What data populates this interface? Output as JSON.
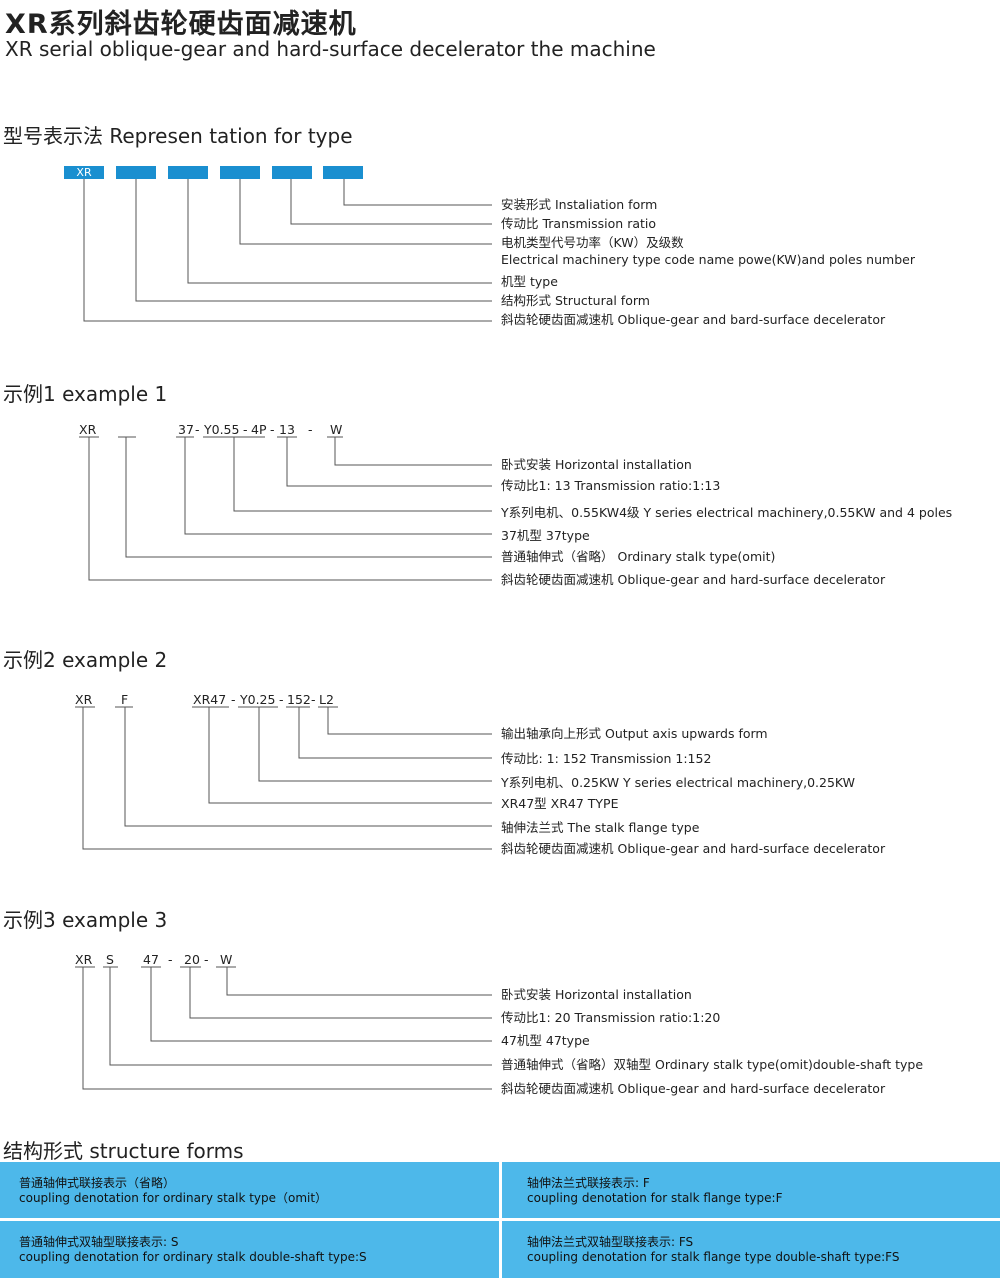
{
  "header": {
    "title_cn": "XR系列斜齿轮硬齿面减速机",
    "title_en": "XR serial oblique-gear and hard-surface decelerator the machine"
  },
  "type_section": {
    "title": "型号表示法 Represen tation for type",
    "box_first": "XR",
    "labels": [
      "安装形式 Instaliation form",
      "传动比 Transmission ratio",
      "电机类型代号功率（KW）及级数",
      "Electrical machinery type code name powe(KW)and poles number",
      "机型  type",
      "结构形式  Structural form",
      "斜齿轮硬齿面减速机  Oblique-gear and bard-surface decelerator"
    ]
  },
  "example1": {
    "title": "示例1 example 1",
    "codes": [
      "XR",
      "37",
      "-",
      "Y0.55",
      "-",
      "4P",
      "-",
      "13",
      "-",
      "W"
    ],
    "labels": [
      "卧式安装  Horizontal installation",
      "传动比1:  13  Transmission ratio:1:13",
      "Y系列电机、0.55KW4级  Y series electrical machinery,0.55KW and 4 poles",
      "37机型  37type",
      "普通轴伸式（省略）  Ordinary stalk type(omit)",
      "斜齿轮硬齿面减速机  Oblique-gear and hard-surface decelerator"
    ]
  },
  "example2": {
    "title": "示例2 example 2",
    "codes": [
      "XR",
      "F",
      "XR47",
      "-",
      "Y0.25",
      "-",
      "152",
      "-",
      "L2"
    ],
    "labels": [
      "输出轴承向上形式  Output axis upwards form",
      "传动比:  1:  152  Transmission 1:152",
      "Y系列电机、0.25KW  Y series electrical machinery,0.25KW",
      "XR47型  XR47 TYPE",
      "轴伸法兰式  The stalk flange type",
      "斜齿轮硬齿面减速机  Oblique-gear and hard-surface decelerator"
    ]
  },
  "example3": {
    "title": "示例3 example 3",
    "codes": [
      "XR",
      "S",
      "47",
      "-",
      "20",
      "-",
      "W"
    ],
    "labels": [
      "卧式安装  Horizontal installation",
      "传动比1:  20  Transmission ratio:1:20",
      "47机型  47type",
      "普通轴伸式（省略）双轴型  Ordinary stalk type(omit)double-shaft type",
      "斜齿轮硬齿面减速机  Oblique-gear and hard-surface decelerator"
    ]
  },
  "structure_forms": {
    "title": "结构形式 structure forms",
    "cells": [
      {
        "cn": "普通轴伸式联接表示（省略）",
        "en": "coupling denotation for ordinary stalk type（omit）"
      },
      {
        "cn": "轴伸法兰式联接表示:  F",
        "en": "coupling denotation for stalk flange type:F"
      },
      {
        "cn": "普通轴伸式双轴型联接表示:  S",
        "en": "coupling denotation for ordinary stalk double-shaft type:S"
      },
      {
        "cn": "轴伸法兰式双轴型联接表示:  FS",
        "en": "coupling denotation for stalk flange type double-shaft type:FS"
      }
    ],
    "color": "#4db8ea"
  },
  "colors": {
    "box": "#1a8fd0",
    "line": "#555555"
  }
}
